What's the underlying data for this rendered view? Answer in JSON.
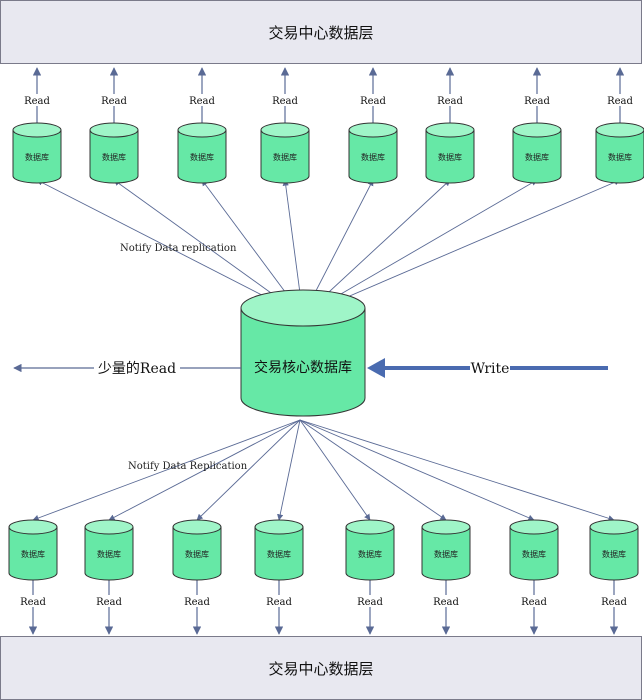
{
  "top_layer": {
    "label": "交易中心数据层"
  },
  "bottom_layer": {
    "label": "交易中心数据层"
  },
  "core_db": {
    "label": "交易核心数据库"
  },
  "top_dbs": [
    "数据库",
    "数据库",
    "数据库",
    "数据库",
    "数据库",
    "数据库",
    "数据库",
    "数据库"
  ],
  "bottom_dbs": [
    "数据库",
    "数据库",
    "数据库",
    "数据库",
    "数据库",
    "数据库",
    "数据库",
    "数据库"
  ],
  "read_label": "Read",
  "notify_top": "Notify Data replication",
  "notify_bottom": "Notify Data Replication",
  "left_read": "少量的Read",
  "write_label": "Write",
  "colors": {
    "cylinder_fill": "#66e8a6",
    "cylinder_top": "#9ff5c8",
    "cylinder_stroke": "#333333",
    "line": "#5a6a95",
    "write_arrow": "#4a6bb0"
  }
}
